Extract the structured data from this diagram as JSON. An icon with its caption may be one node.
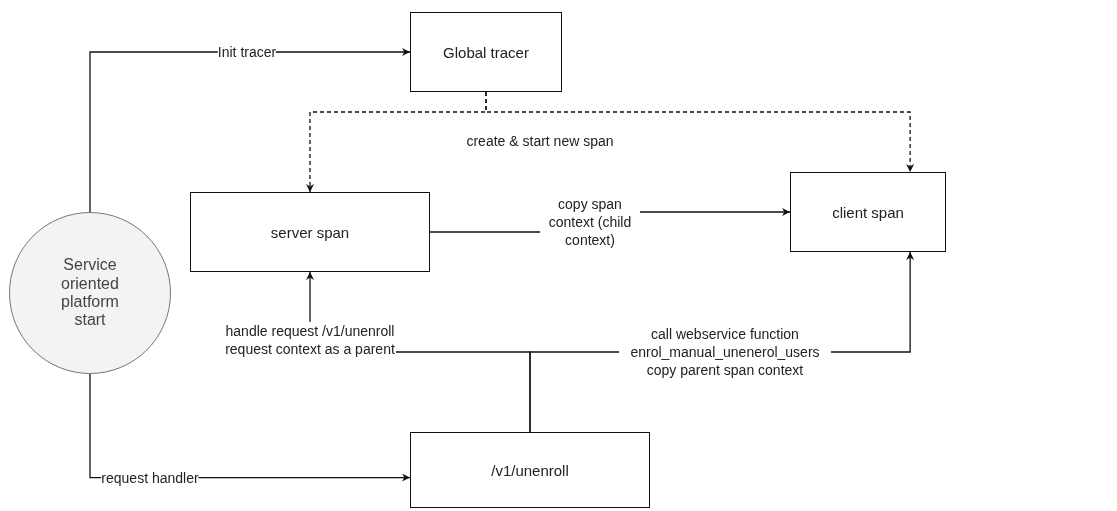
{
  "diagram": {
    "nodes": [
      {
        "text": [
          "Service oriented platform start"
        ]
      },
      {
        "text": [
          "Global tracer"
        ]
      },
      {
        "text": [
          "server span"
        ]
      },
      {
        "text": [
          "client span"
        ]
      },
      {
        "text": [
          "/v1/unenroll"
        ]
      }
    ],
    "edges": [
      {
        "from": 0,
        "to": 1,
        "arrow": "to",
        "label": "Init tracer"
      },
      {
        "from": 1,
        "to": 2,
        "arrow": "to",
        "style": "dashed",
        "label": "create & start new span"
      },
      {
        "from": 1,
        "to": 3,
        "arrow": "to",
        "style": "dashed"
      },
      {
        "from": 2,
        "to": 3,
        "arrow": "to",
        "label": "copy span context (child context)"
      },
      {
        "from": 4,
        "to": 2,
        "arrow": "to",
        "label": "handle request /v1/unenroll request context as a parent"
      },
      {
        "from": 4,
        "to": 3,
        "arrow": "to",
        "label": "call webservice function enrol_manual_unenerol_users copy parent span context"
      },
      {
        "from": 0,
        "to": 4,
        "arrow": "to",
        "label": "request handler"
      }
    ]
  }
}
